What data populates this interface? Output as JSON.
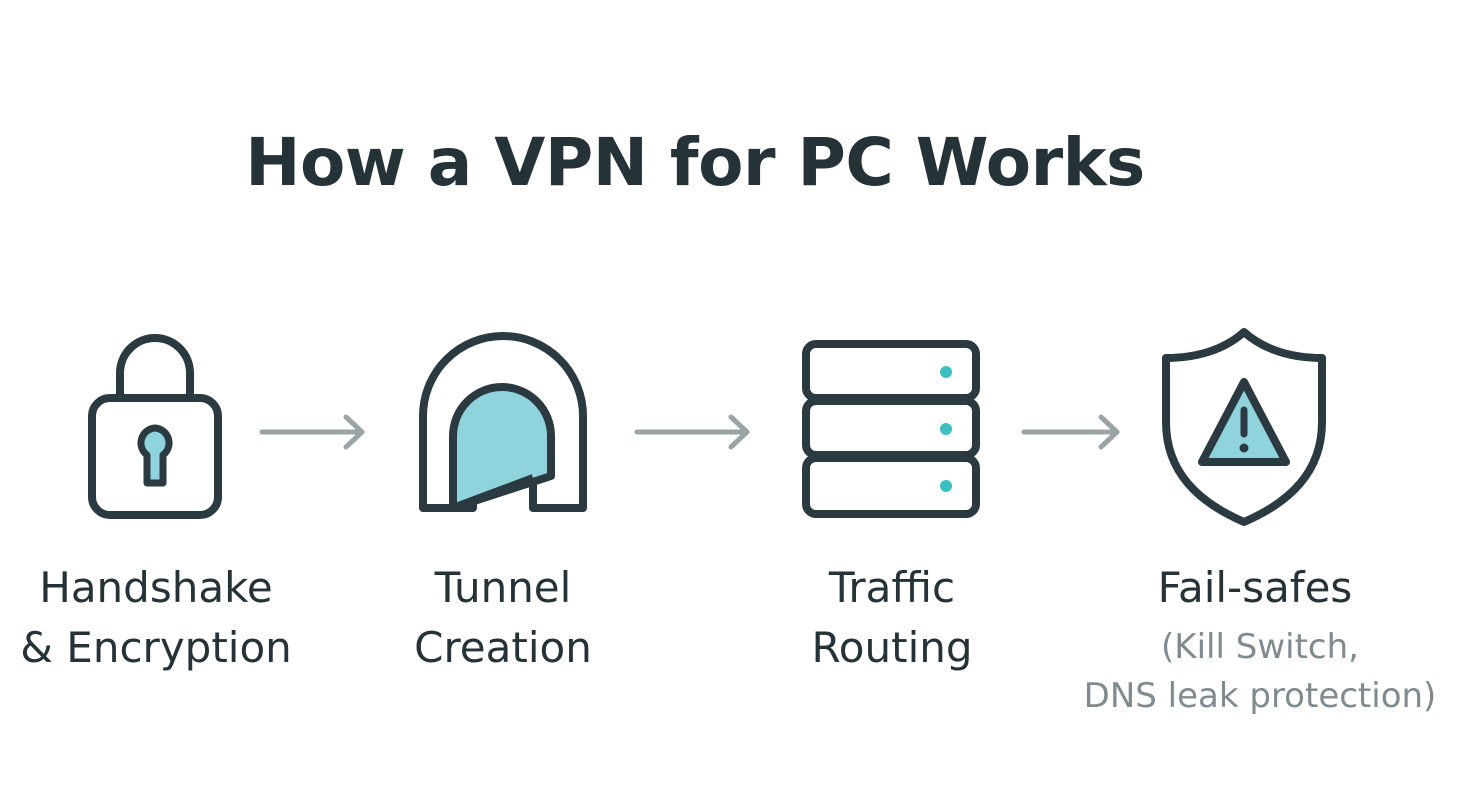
{
  "title": "How a VPN for PC Works",
  "colors": {
    "stroke": "#2b3a40",
    "accent_fill": "#8fd3dc",
    "dot": "#3bbfbf",
    "arrow": "#9aa3a6",
    "subtext": "#7f8b8f"
  },
  "steps": [
    {
      "icon": "padlock-icon",
      "label_lines": [
        "Handshake",
        "& Encryption"
      ]
    },
    {
      "icon": "tunnel-icon",
      "label_lines": [
        "Tunnel",
        "Creation"
      ]
    },
    {
      "icon": "server-stack-icon",
      "label_lines": [
        "Traffic",
        "Routing"
      ]
    },
    {
      "icon": "shield-warning-icon",
      "label_lines": [
        "Fail-safes"
      ],
      "sub_lines": [
        "(Kill Switch,",
        "DNS leak protection)"
      ]
    }
  ]
}
